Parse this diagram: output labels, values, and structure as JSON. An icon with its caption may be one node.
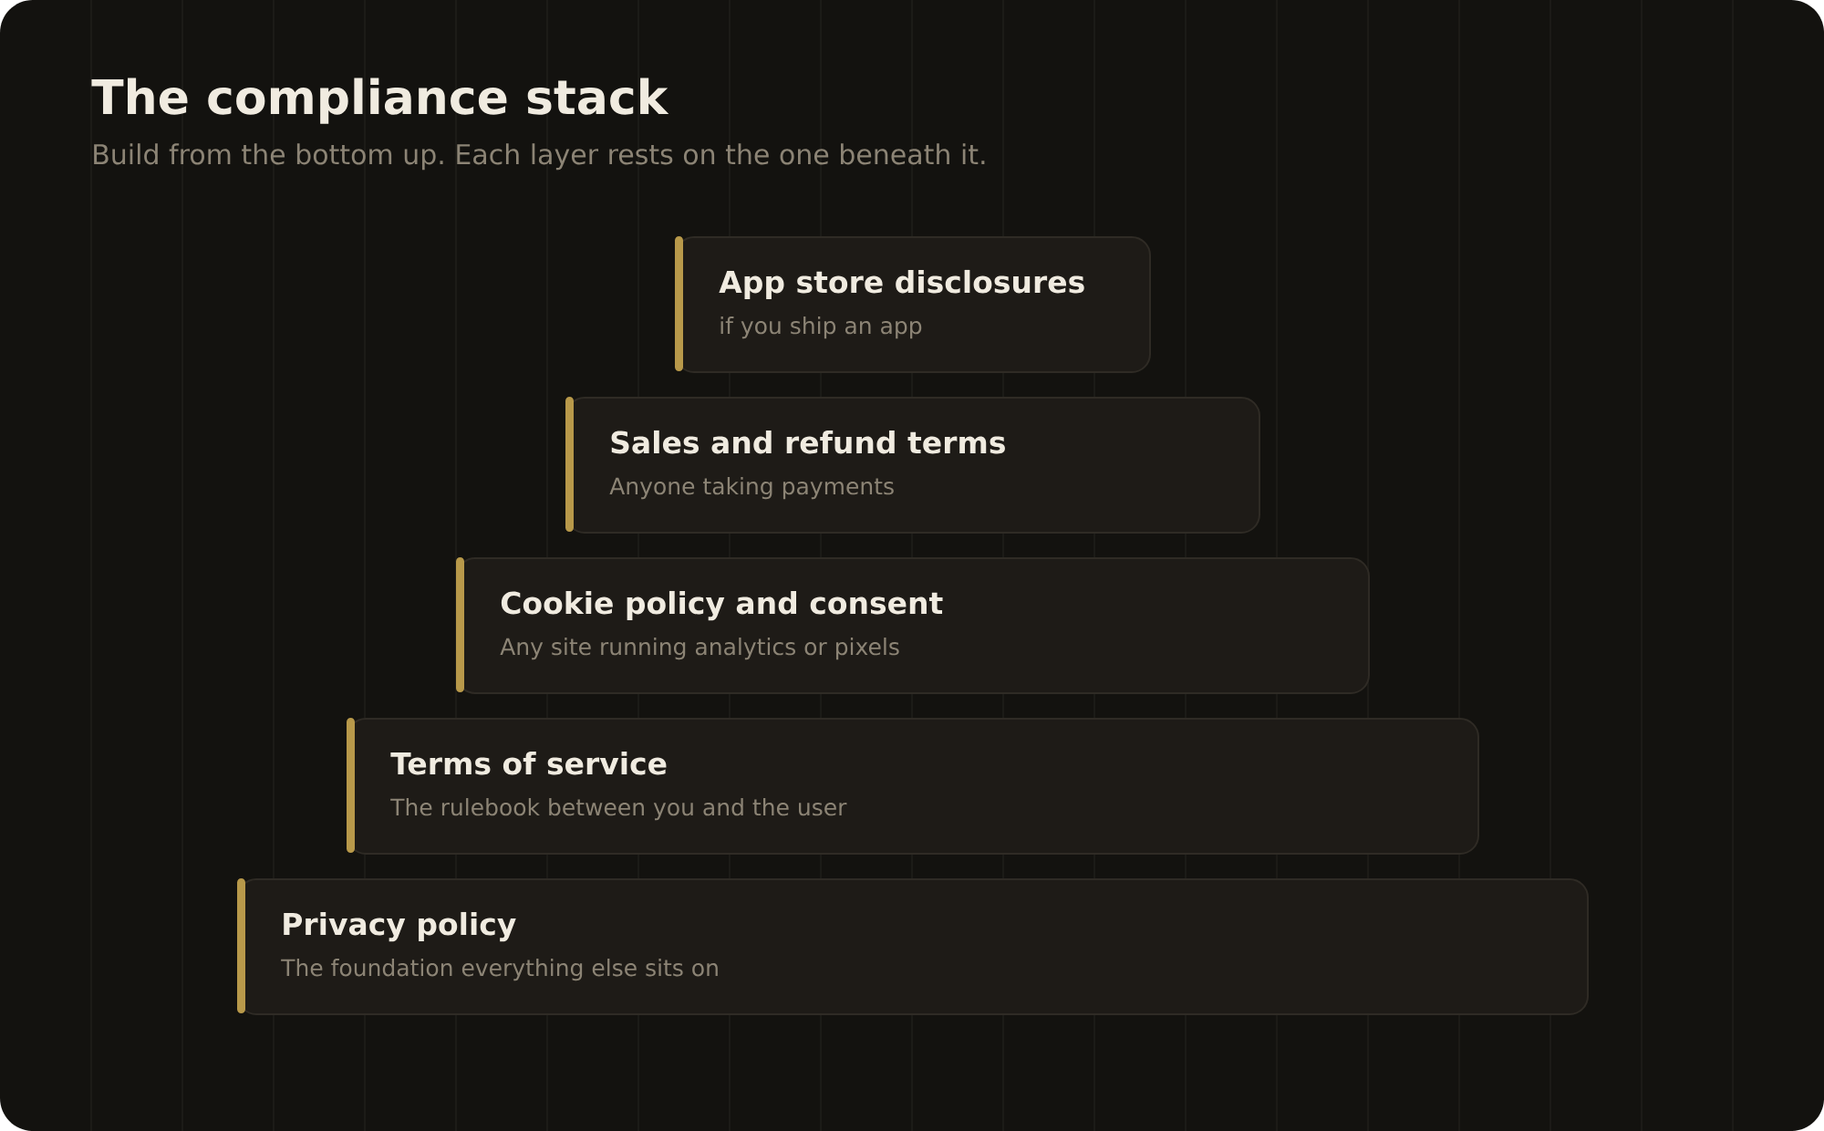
{
  "diagram": {
    "title": "The compliance stack",
    "caption": "Build from the bottom up. Each layer rests on the one beneath it.",
    "nodes": [
      {
        "text": [
          "App store disclosures",
          "if you ship an app"
        ]
      },
      {
        "text": [
          "Sales and refund terms",
          "Anyone taking payments"
        ]
      },
      {
        "text": [
          "Cookie policy and consent",
          "Any site running analytics or pixels"
        ]
      },
      {
        "text": [
          "Terms of service",
          "The rulebook between you and the user"
        ]
      },
      {
        "text": [
          "Privacy policy",
          "The foundation everything else sits on"
        ]
      }
    ]
  }
}
